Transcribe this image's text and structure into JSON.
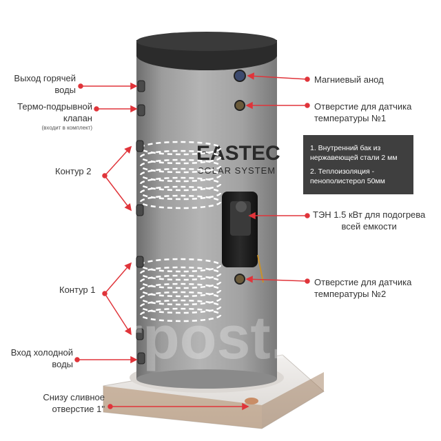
{
  "brand": {
    "line1": "EASTEC",
    "line2": "SOLAR SYSTEM"
  },
  "watermark": "Farpost.ru",
  "labels": {
    "hot_outlet_1": "Выход горячей",
    "hot_outlet_2": "воды",
    "thermo_valve_1": "Термо-подрывной",
    "thermo_valve_2": "клапан",
    "thermo_valve_note": "(входит в комплект)",
    "circuit2": "Контур  2",
    "circuit1": "Контур  1",
    "cold_inlet_1": "Вход холодной",
    "cold_inlet_2": "воды",
    "drain_1": "Снизу сливное",
    "drain_2": "отверстие 1\"",
    "anode": "Магниевый анод",
    "sensor1_1": "Отверстие для датчика",
    "sensor1_2": "температуры №1",
    "heater_1": "ТЭН 1.5 кВт для подогрева",
    "heater_2": "всей  емкости",
    "sensor2_1": "Отверстие для датчика",
    "sensor2_2": "температуры №2"
  },
  "notes": [
    "1. Внутренний бак из нержавеющей стали 2 мм",
    "2. Теплоизоляция - пенополистерол 50мм"
  ],
  "colors": {
    "accent": "#e0343a",
    "tank": "#9a9a9a",
    "note_bg": "#3f3f3f"
  }
}
